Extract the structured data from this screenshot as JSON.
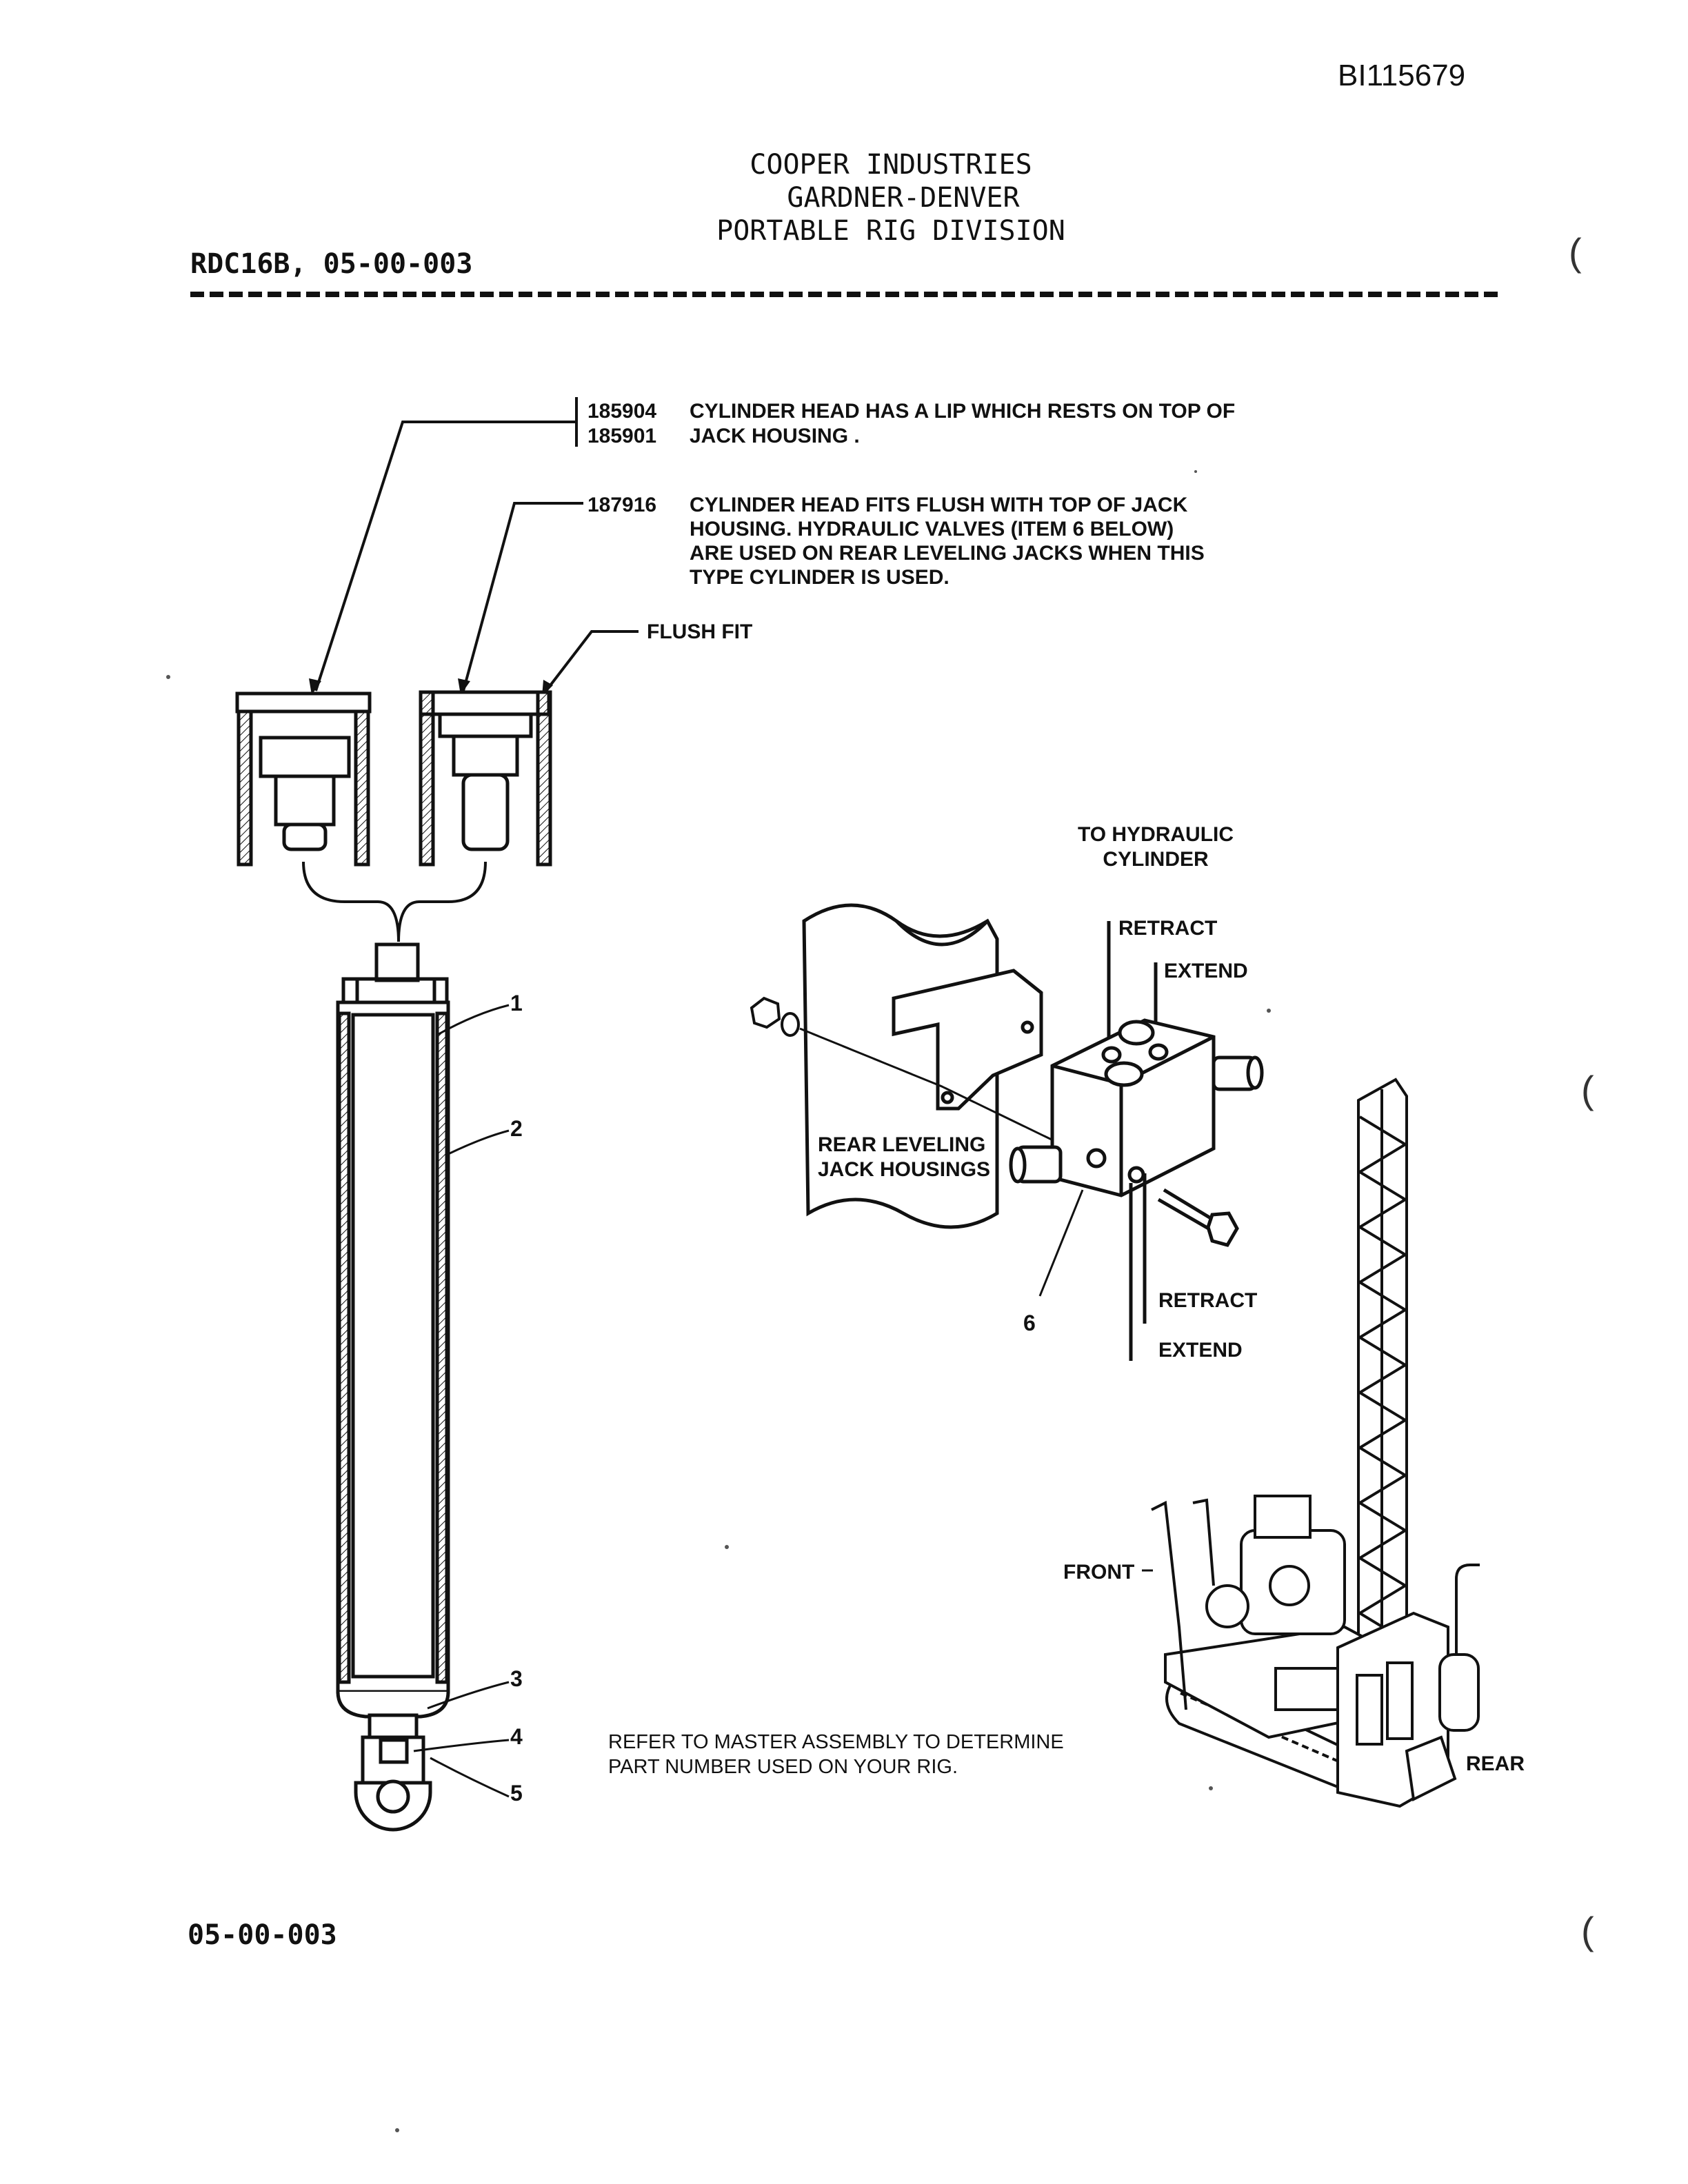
{
  "doc_id": "BI115679",
  "header": {
    "line1": "COOPER INDUSTRIES",
    "line2": "GARDNER-DENVER",
    "line3": "PORTABLE RIG DIVISION",
    "ref": "RDC16B, 05-00-003"
  },
  "notes": {
    "part_a1": "185904",
    "part_a2": "185901",
    "note_a_line1": "CYLINDER HEAD HAS A LIP WHICH RESTS  ON TOP OF",
    "note_a_line2": "JACK HOUSING .",
    "part_b": "187916",
    "note_b_line1": "CYLINDER HEAD FITS FLUSH WITH TOP OF JACK",
    "note_b_line2": "HOUSING. HYDRAULIC VALVES (ITEM 6 BELOW)",
    "note_b_line3": "ARE USED ON REAR LEVELING JACKS WHEN THIS",
    "note_b_line4": "TYPE CYLINDER IS USED.",
    "flush_fit": "FLUSH FIT"
  },
  "callouts": {
    "item1": "1",
    "item2": "2",
    "item3": "3",
    "item4": "4",
    "item5": "5",
    "item6": "6"
  },
  "valve": {
    "to_hydraulic_1": "TO HYDRAULIC",
    "to_hydraulic_2": "CYLINDER",
    "retract_top": "RETRACT",
    "extend_top": "EXTEND",
    "retract_bottom": "RETRACT",
    "extend_bottom": "EXTEND",
    "housing_1": "REAR LEVELING",
    "housing_2": "JACK HOUSINGS"
  },
  "rig": {
    "front": "FRONT",
    "rear": "REAR"
  },
  "refer_note_1": "REFER TO MASTER ASSEMBLY TO DETERMINE",
  "refer_note_2": "PART NUMBER USED ON YOUR RIG.",
  "footer_ref": "05-00-003",
  "margin_marks": [
    "(",
    "(",
    "("
  ]
}
